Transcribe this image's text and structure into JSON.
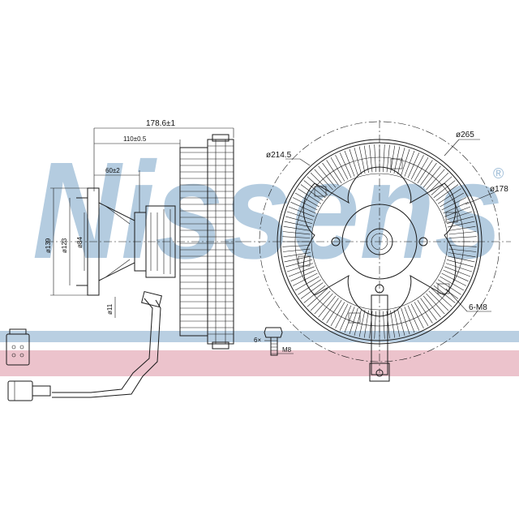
{
  "brand": {
    "watermark": "Nissens",
    "registered_mark": "®",
    "watermark_color": "#9bbbd6",
    "band_blue": "#b9cfe2",
    "band_pink": "#ecc3cc"
  },
  "dimensions": {
    "overall_length": "178.6±1",
    "length_110": "110±0.5",
    "length_60": "60±2",
    "dia_139": "ø139",
    "dia_123": "ø123",
    "dia_84": "ø84",
    "dia_11": "ø11",
    "dia_265": "ø265",
    "dia_214": "ø214.5",
    "dia_178": "ø178",
    "bolt_pattern": "6-M8",
    "bolt_qty": "6×",
    "bolt_thread": "M8"
  }
}
